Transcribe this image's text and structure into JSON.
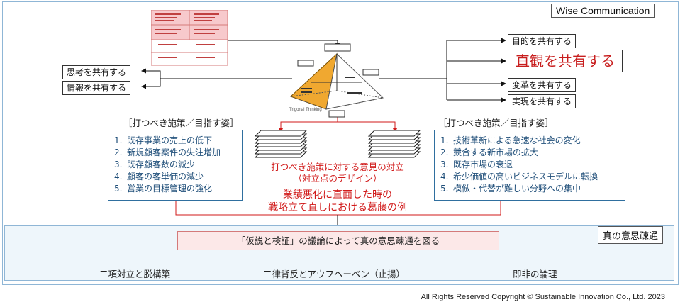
{
  "brand": {
    "label": "Wise Communication"
  },
  "left_tags": [
    "思考を共有する",
    "情報を共有する"
  ],
  "right_tags": {
    "top": "目的を共有する",
    "highlight": "直観を共有する",
    "lower": [
      "変革を共有する",
      "実現を共有する"
    ]
  },
  "diagram_caption": "Trigonal Thinking",
  "left_panel": {
    "heading": "［打つべき施策／目指す姿］",
    "items": [
      {
        "num": "1.",
        "text": "既存事業の売上の低下"
      },
      {
        "num": "2.",
        "text": "新規顧客案件の失注増加"
      },
      {
        "num": "3.",
        "text": "既存顧客数の減少"
      },
      {
        "num": "4.",
        "text": "顧客の客単価の減少"
      },
      {
        "num": "5.",
        "text": "営業の目標管理の強化"
      }
    ]
  },
  "right_panel": {
    "heading": "［打つべき施策／目指す姿］",
    "items": [
      {
        "num": "1.",
        "text": "技術革新による急速な社会の変化"
      },
      {
        "num": "2.",
        "text": "競合する新市場の拡大"
      },
      {
        "num": "3.",
        "text": "既存市場の衰退"
      },
      {
        "num": "4.",
        "text": "希少価値の高いビジネスモデルに転換"
      },
      {
        "num": "5.",
        "text": "模倣・代替が難しい分野への集中"
      }
    ]
  },
  "center": {
    "opposition_line1": "打つべき施策に対する意見の対立",
    "opposition_line2": "（対立点のデザイン）",
    "example_line1": "業績悪化に直面した時の",
    "example_line2": "戦略立て直しにおける葛藤の例"
  },
  "bottom": {
    "title": "真の意思疎通",
    "center_box": "「仮説と検証」の議論によって真の意思疎通を図る",
    "labels": [
      "二項対立と脱構築",
      "二律背反とアウフヘーベン（止揚）",
      "即非の論理"
    ]
  },
  "copyright": "All Rights Reserved Copyright © Sustainable Innovation Co., Ltd. 2023",
  "colors": {
    "accent_red": "#d11a1a",
    "panel_blue": "#1f4e79",
    "pyramid_orange": "#f0a830",
    "bottom_bg": "#eef6fb"
  }
}
